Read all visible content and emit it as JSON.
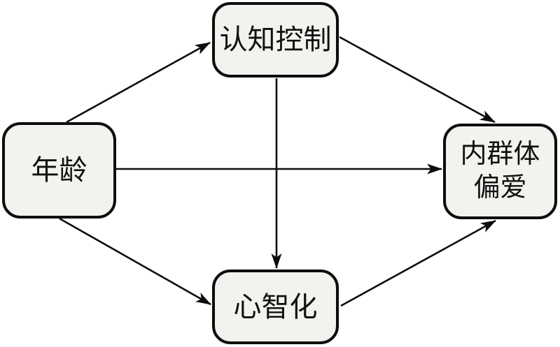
{
  "diagram": {
    "title": "mediation-path-model",
    "nodes": {
      "age": {
        "label": "年龄"
      },
      "cognitive_control": {
        "label": "认知控制"
      },
      "mentalizing": {
        "label": "心智化"
      },
      "ingroup_favoritism": {
        "label": "内群体偏爱",
        "lines": [
          "内群体",
          "偏爱"
        ]
      }
    },
    "edges": [
      {
        "from": "age",
        "to": "cognitive_control"
      },
      {
        "from": "age",
        "to": "ingroup_favoritism"
      },
      {
        "from": "age",
        "to": "mentalizing"
      },
      {
        "from": "cognitive_control",
        "to": "ingroup_favoritism"
      },
      {
        "from": "cognitive_control",
        "to": "mentalizing"
      },
      {
        "from": "mentalizing",
        "to": "ingroup_favoritism"
      }
    ],
    "colors": {
      "background": "#ffffff",
      "node_fill": "#f2f2ef",
      "node_border": "#0d0d0d",
      "arrow": "#0d0d0d"
    }
  }
}
